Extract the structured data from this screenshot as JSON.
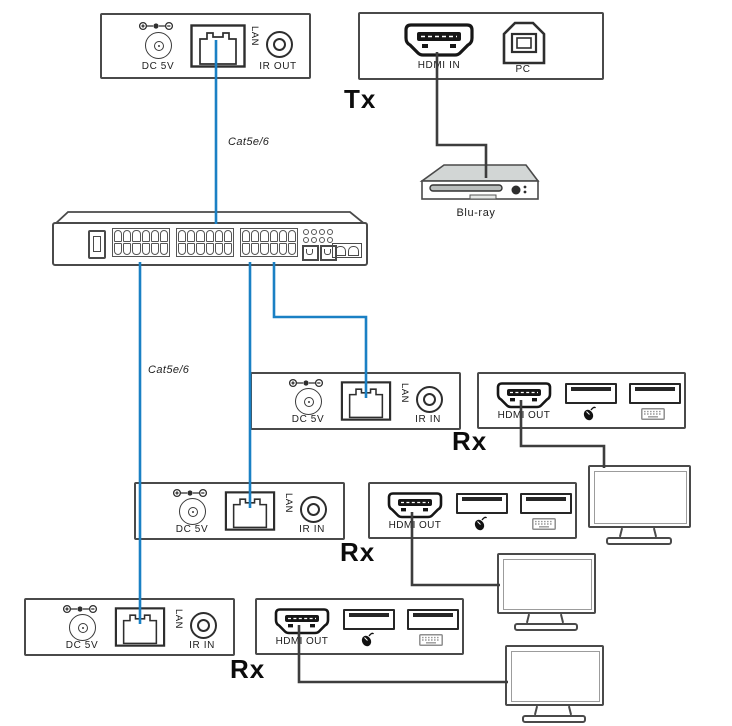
{
  "diagram": {
    "tx_label": "Tx",
    "cat_label_top": "Cat5e/6",
    "cat_label_mid": "Cat5e/6",
    "bluray_label": "Blu-ray"
  },
  "tx_extender": {
    "dc_label": "DC 5V",
    "lan_label": "LAN",
    "ir_label": "IR OUT"
  },
  "source_box": {
    "hdmi_label": "HDMI IN",
    "pc_label": "PC"
  },
  "rx_extenders": [
    {
      "label": "Rx",
      "dc_label": "DC 5V",
      "lan_label": "LAN",
      "ir_label": "IR IN"
    },
    {
      "label": "Rx",
      "dc_label": "DC 5V",
      "lan_label": "LAN",
      "ir_label": "IR IN"
    },
    {
      "label": "Rx",
      "dc_label": "DC 5V",
      "lan_label": "LAN",
      "ir_label": "IR IN"
    }
  ],
  "output_boxes": [
    {
      "hdmi_label": "HDMI OUT"
    },
    {
      "hdmi_label": "HDMI OUT"
    },
    {
      "hdmi_label": "HDMI OUT"
    }
  ],
  "colors": {
    "cat_cable": "#1a80c4",
    "hdmi_cable": "#3d3d3d",
    "device_outline": "#4a4a4a",
    "bluray_top": "#d2d6d5"
  }
}
